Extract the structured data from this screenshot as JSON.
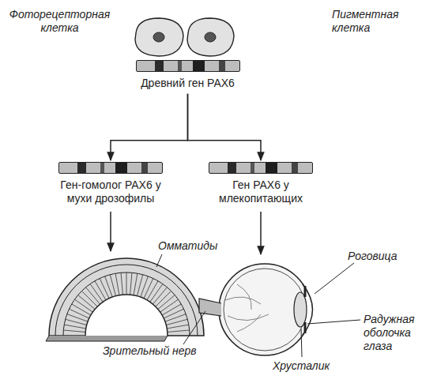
{
  "diagram": {
    "nodes": [
      {
        "text": [
          "Фоторецепторная клетка"
        ]
      },
      {
        "text": [
          "Пигментная клетка"
        ]
      },
      {
        "text": [
          "Древний ген PAX6"
        ]
      },
      {
        "text": [
          "Ген-гомолог PAX6 у мухи дрозофилы"
        ]
      },
      {
        "text": [
          "Ген PAX6 у млекопитающих"
        ]
      }
    ],
    "edges": [
      {
        "from": 2,
        "to": 3,
        "arrow": "to"
      },
      {
        "from": 2,
        "to": 4,
        "arrow": "to"
      }
    ],
    "labels": [
      "Омматиды",
      "Роговица",
      "Радужная оболочка глаза",
      "Хрусталик",
      "Зрительный нерв"
    ]
  }
}
